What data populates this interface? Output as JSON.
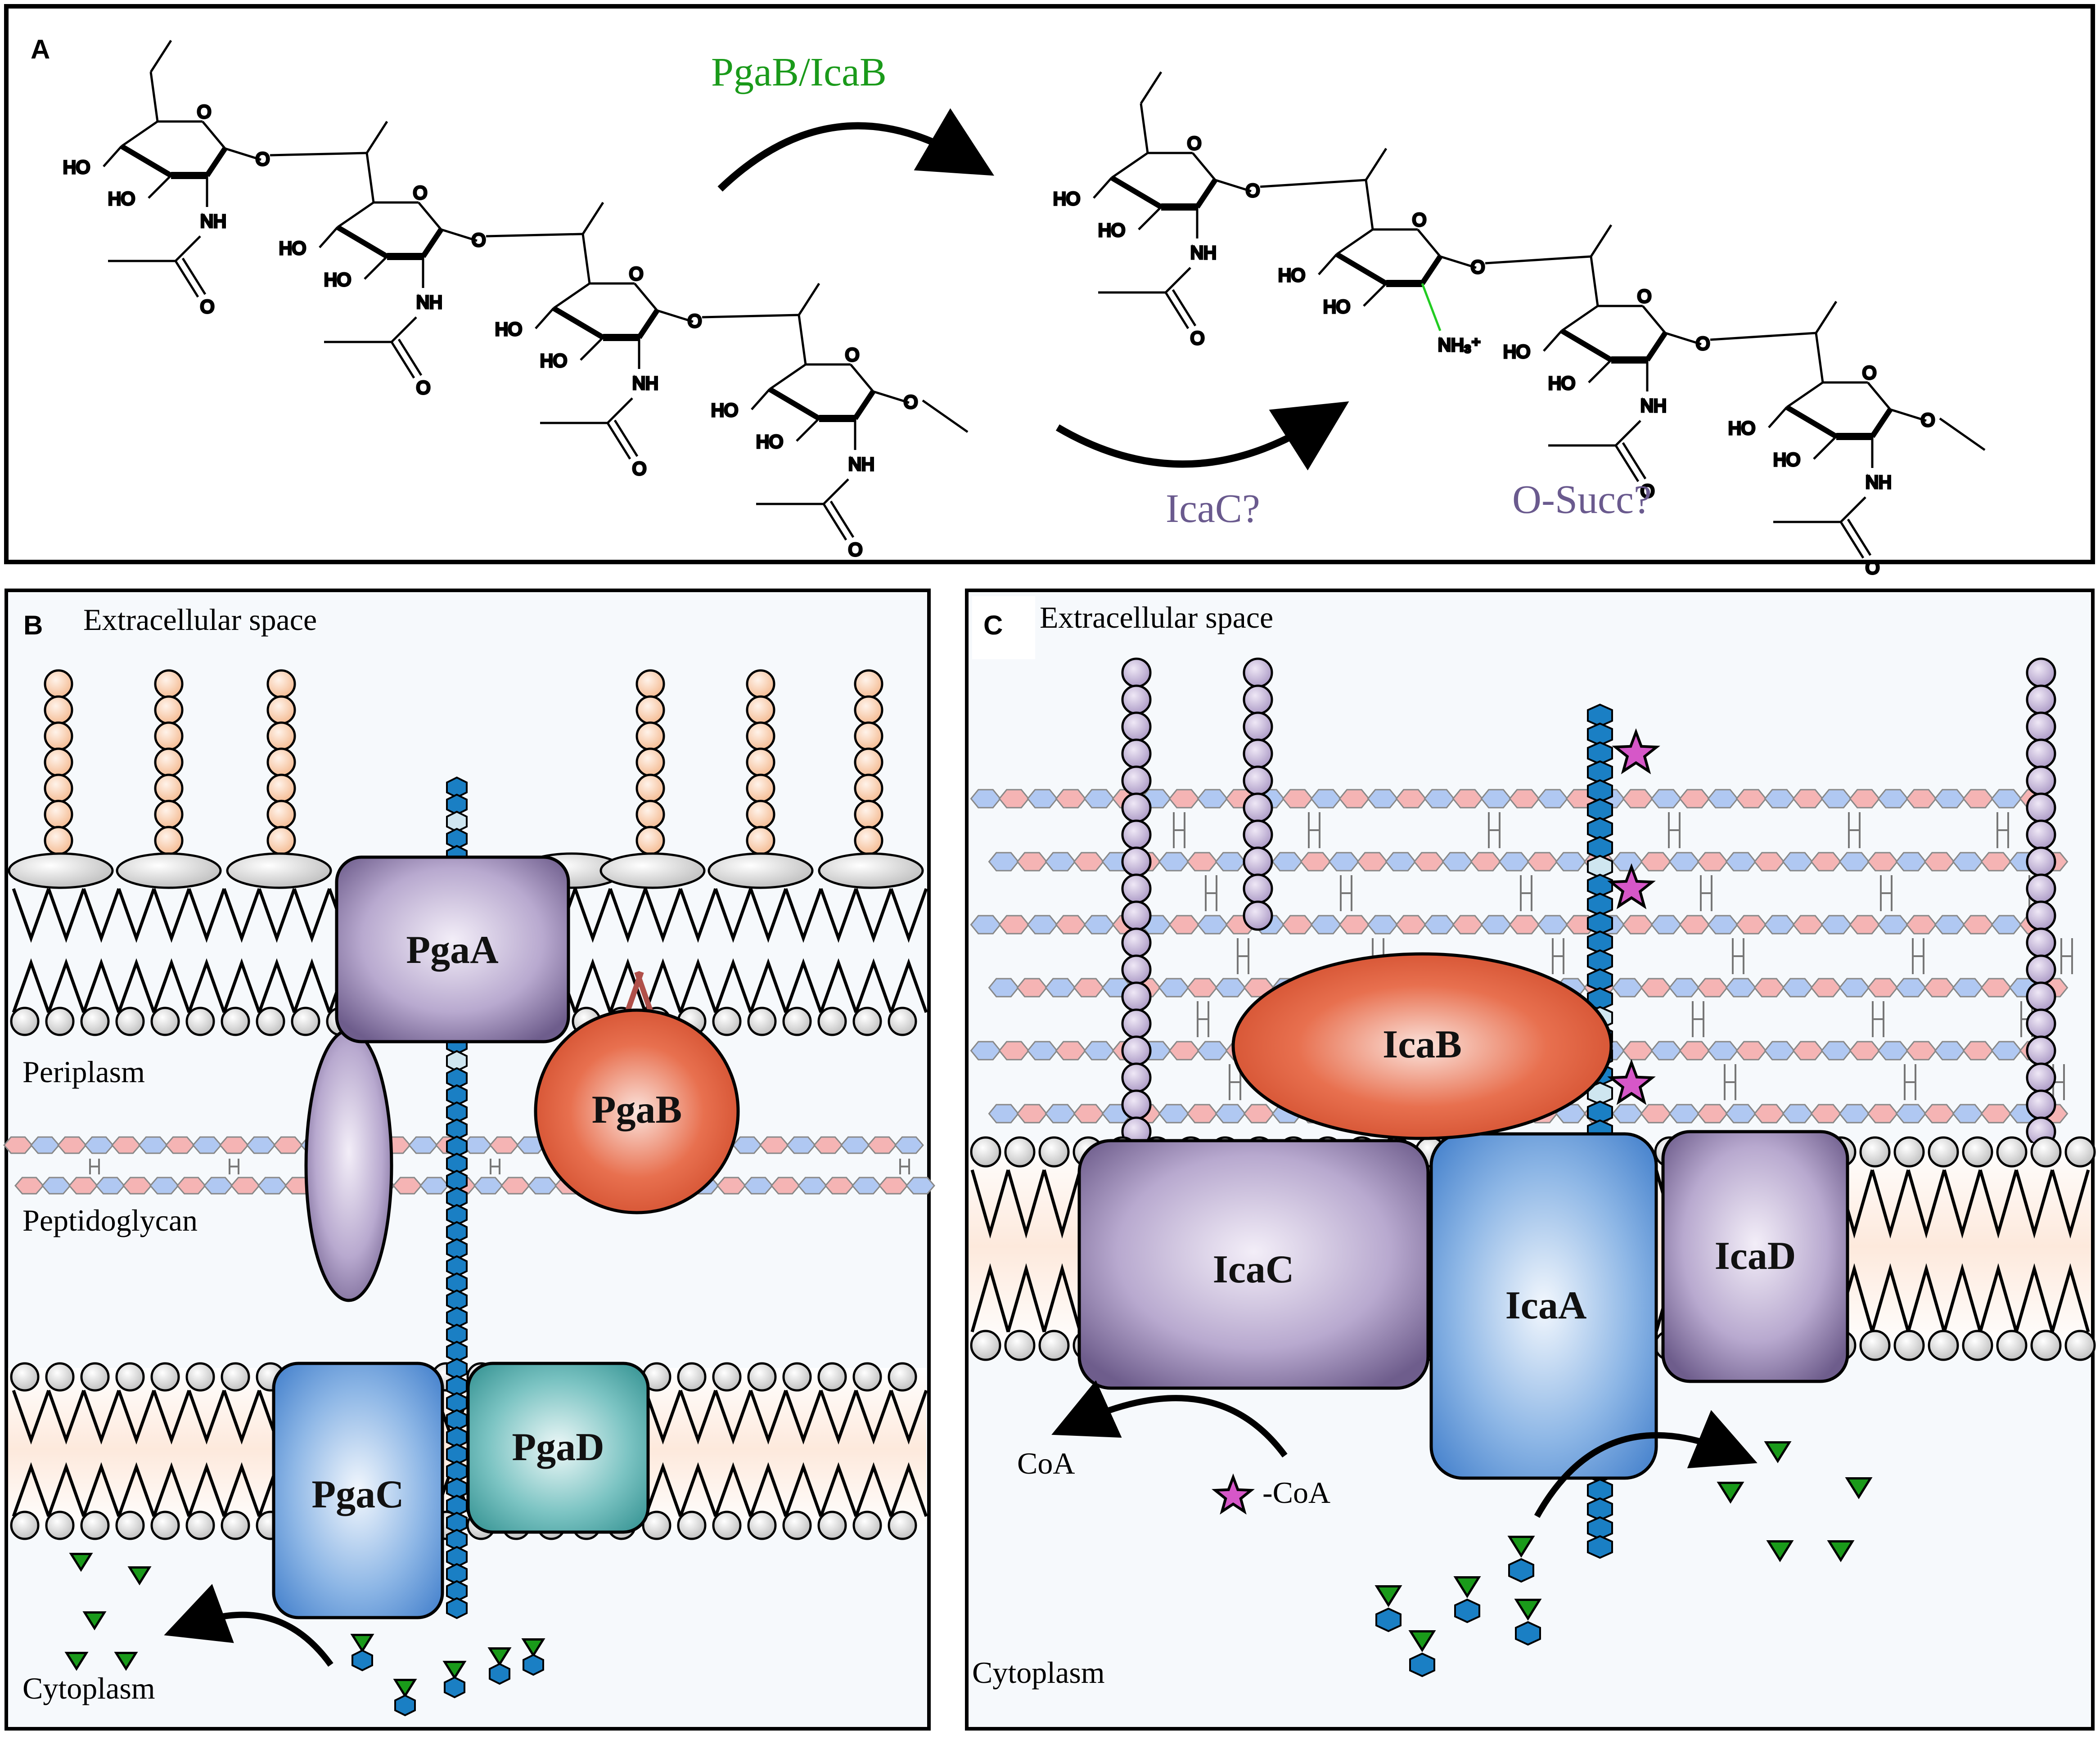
{
  "panels": {
    "A": {
      "letter": "A",
      "enzyme_top": "PgaB/IcaB",
      "enzyme_bottom": "IcaC?",
      "modification": "O-Succ?",
      "amine_label": "NH₃⁺",
      "group_ho": "HO",
      "group_nh": "NH",
      "group_o": "O"
    },
    "B": {
      "letter": "B",
      "labels": {
        "extracellular": "Extracellular space",
        "periplasm": "Periplasm",
        "peptidoglycan": "Peptidoglycan",
        "cytoplasm": "Cytoplasm"
      },
      "proteins": {
        "pgaA": "PgaA",
        "pgaB": "PgaB",
        "pgaC": "PgaC",
        "pgaD": "PgaD"
      }
    },
    "C": {
      "letter": "C",
      "labels": {
        "extracellular": "Extracellular space",
        "cytoplasm": "Cytoplasm",
        "coa": "CoA",
        "succ_coa": "-CoA"
      },
      "proteins": {
        "icaB": "IcaB",
        "icaC": "IcaC",
        "icaA": "IcaA",
        "icaD": "IcaD"
      }
    }
  },
  "colors": {
    "enzyme_green": "#1a9a1a",
    "enzyme_purple": "#6a5a8e",
    "amine_green": "#22cc22",
    "polymer_blue": "#1a7fc4",
    "lipo_orange": "#f9cba8",
    "teichoic_purple": "#c2b3d6",
    "pg_pink": "#f5b4b4",
    "pg_blue": "#b0c8f2",
    "star_magenta": "#d657c8",
    "sugar_green": "#1a9a1a"
  },
  "icons": [
    "curved-arrow-icon",
    "star-icon",
    "hexagon-icon",
    "triangle-icon"
  ]
}
